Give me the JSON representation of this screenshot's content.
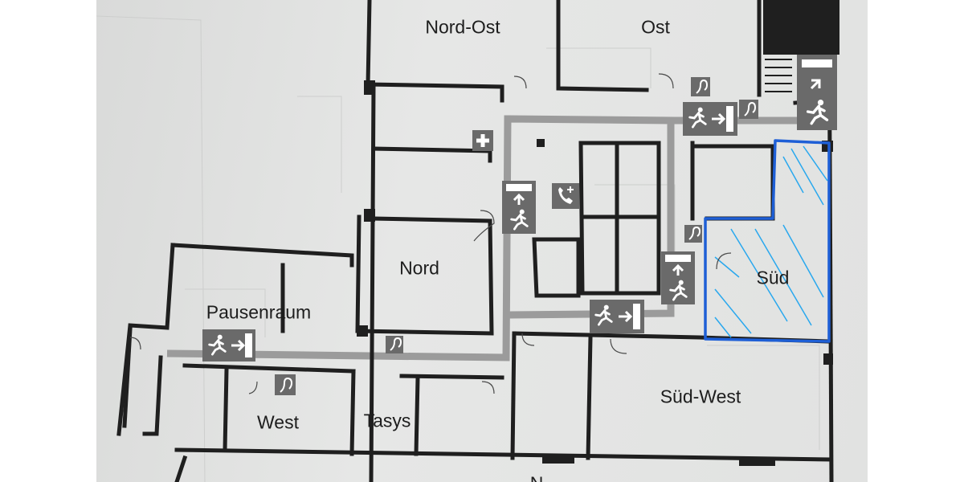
{
  "rooms": {
    "nord_ost": "Nord-Ost",
    "ost": "Ost",
    "nord": "Nord",
    "pausenraum": "Pausenraum",
    "sued": "Süd",
    "sued_west": "Süd-West",
    "west": "West",
    "tasys": "Tasys",
    "bottom_partial": "N"
  },
  "signs": {
    "emergency_exit": "emergency-exit-sign",
    "first_aid": "first-aid-sign",
    "emergency_phone": "emergency-phone-sign",
    "hearing": "hearing-assistance-sign",
    "staircase_exit": "staircase-exit-sign"
  },
  "colors": {
    "walls": "#1f1f1f",
    "escape_route": "#9b9b9b",
    "highlight": "#1e5fd6",
    "hatching": "#29a8ee"
  }
}
